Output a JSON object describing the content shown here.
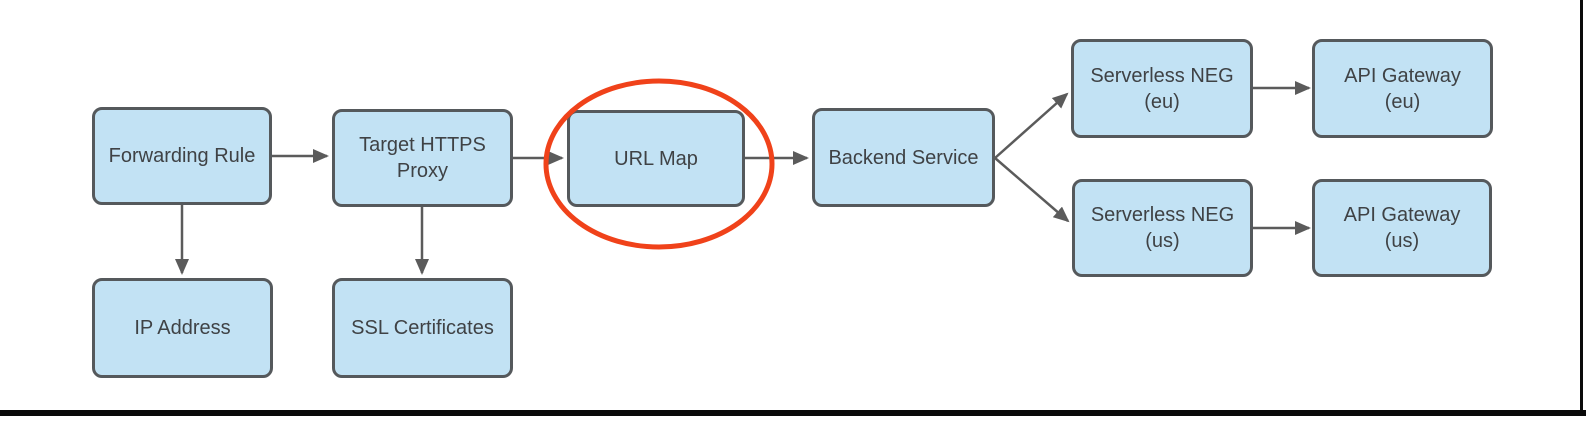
{
  "diagram": {
    "type": "flowchart",
    "description": "HTTPS load balancing architecture flow",
    "colors": {
      "node_fill": "#c2e2f4",
      "node_border": "#55595c",
      "connector": "#5b5b5b",
      "text": "#3f4245",
      "highlight_ellipse": "#f0421a",
      "page_edge": "#0a0a0a",
      "background": "#ffffff"
    },
    "nodes": [
      {
        "id": "forwarding-rule",
        "label": "Forwarding Rule"
      },
      {
        "id": "target-https-proxy",
        "label": "Target HTTPS\nProxy"
      },
      {
        "id": "url-map",
        "label": "URL Map",
        "highlighted": true
      },
      {
        "id": "backend-service",
        "label": "Backend Service"
      },
      {
        "id": "serverless-neg-eu",
        "label": "Serverless NEG\n(eu)"
      },
      {
        "id": "api-gateway-eu",
        "label": "API Gateway\n(eu)"
      },
      {
        "id": "serverless-neg-us",
        "label": "Serverless NEG\n(us)"
      },
      {
        "id": "api-gateway-us",
        "label": "API Gateway\n(us)"
      },
      {
        "id": "ip-address",
        "label": "IP Address"
      },
      {
        "id": "ssl-certificates",
        "label": "SSL Certificates"
      }
    ],
    "edges": [
      {
        "from": "forwarding-rule",
        "to": "target-https-proxy"
      },
      {
        "from": "target-https-proxy",
        "to": "url-map"
      },
      {
        "from": "url-map",
        "to": "backend-service"
      },
      {
        "from": "forwarding-rule",
        "to": "ip-address"
      },
      {
        "from": "target-https-proxy",
        "to": "ssl-certificates"
      },
      {
        "from": "backend-service",
        "to": "serverless-neg-eu"
      },
      {
        "from": "backend-service",
        "to": "serverless-neg-us"
      },
      {
        "from": "serverless-neg-eu",
        "to": "api-gateway-eu"
      },
      {
        "from": "serverless-neg-us",
        "to": "api-gateway-us"
      }
    ],
    "annotation": {
      "shape": "red-ellipse",
      "target": "url-map"
    }
  }
}
